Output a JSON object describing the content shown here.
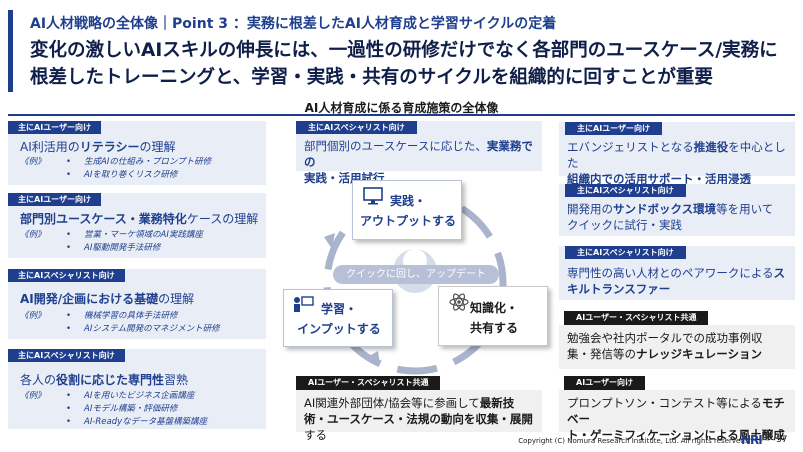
{
  "header": {
    "breadcrumb": "AI人材戦略の全体像｜Point 3 ：実務に根差したAI人材育成と学習サイクルの定着",
    "headline": "変化の激しいAIスキルの伸長には、一過性の研修だけでなく各部門のユースケース/実務に根差したトレーニングと、学習・実践・共有のサイクルを組織的に回すことが重要"
  },
  "subtitle": "AI人材育成に係る育成施策の全体像",
  "left_cards": [
    {
      "tag": "主にAIユーザー向け",
      "heading_pre": "AI利活用の",
      "heading_bold": "リテラシー",
      "heading_post": "の理解",
      "example": "《例》",
      "bullets": [
        "生成AIの仕組み・プロンプト研修",
        "AIを取り巻くリスク研修"
      ]
    },
    {
      "tag": "主にAIユーザー向け",
      "heading_pre": "",
      "heading_bold": "部門別ユースケース・業務特化",
      "heading_post": "ケースの理解",
      "example": "《例》",
      "bullets": [
        "営業・マーケ領域のAI実践講座",
        "AI駆動開発手法研修"
      ]
    },
    {
      "tag": "主にAIスペシャリスト向け",
      "heading_pre": "",
      "heading_bold": "AI開発/企画における基礎",
      "heading_post": "の理解",
      "example": "《例》",
      "bullets": [
        "機械学習の具体手法研修",
        "AIシステム開発のマネジメント研修"
      ]
    },
    {
      "tag": "主にAIスペシャリスト向け",
      "heading_pre": "各人の",
      "heading_bold": "役割に応じた専門性",
      "heading_post": "習熟",
      "example": "《例》",
      "bullets": [
        "AIを用いたビジネス企画講座",
        "AIモデル構築・評価研修",
        "AI-Readyなデータ基盤構築講座"
      ]
    }
  ],
  "center_top": {
    "tag": "主にAIスペシャリスト向け",
    "line1_pre": "部門個別のユースケースに応じた、",
    "line1_bold": "実業務での",
    "line2_bold": "実践・活用試行"
  },
  "center_bottom": {
    "tag": "AIユーザー・スペシャリスト共通",
    "line1_pre": "AI関連外部団体/協会等に参画して",
    "line1_bold": "最新技",
    "line2_bold": "術・ユースケース・法規の動向を収集・展開",
    "line2_post": "する"
  },
  "cycle": {
    "practice": [
      "実践・",
      "アウトプットする"
    ],
    "learn": [
      "学習・",
      "インプットする"
    ],
    "share": [
      "知識化・",
      "共有する"
    ],
    "quick": "クイックに回し、アップデート"
  },
  "right_cards": [
    {
      "tag": "主にAIユーザー向け",
      "line1_pre": "エバンジェリストとなる",
      "line1_bold": "推進役",
      "line1_post": "を中心とした",
      "line2_bold": "組織内での活用サポート・活用浸透",
      "line2_post": ""
    },
    {
      "tag": "主にAIスペシャリスト向け",
      "line1_pre": "開発用の",
      "line1_bold": "サンドボックス環境",
      "line1_post": "等を用いて",
      "line2_bold": "",
      "line2_post": "クイックに試行・実践"
    },
    {
      "tag": "主にAIスペシャリスト向け",
      "line1_pre": "専門性の高い人材とのペアワークによる",
      "line1_bold": "ス",
      "line1_post": "",
      "line2_bold": "キルトランスファー",
      "line2_post": ""
    }
  ],
  "right_dark_cards": [
    {
      "tag": "AIユーザー・スペシャリスト共通",
      "line1_pre": "勉強会や社内ポータルでの成功事例収",
      "line2_pre": "集・発信等の",
      "line2_bold": "ナレッジキュレーション"
    },
    {
      "tag": "AIユーザー向け",
      "line1_pre": "プロンプトソン・コンテスト等による",
      "line1_bold": "モチベー",
      "line2_pre": "",
      "line2_bold": "ト・ゲーミフィケーションによる風土醸成"
    }
  ],
  "footer": {
    "copyright": "Copyright (C)  Nomura Research Institute, Ltd. All rights reserved.",
    "logo": "NRI",
    "page": "37"
  },
  "colors": {
    "brand": "#1f3f8e",
    "card_bg": "#e8edf6",
    "dark": "#1a1a1a"
  }
}
